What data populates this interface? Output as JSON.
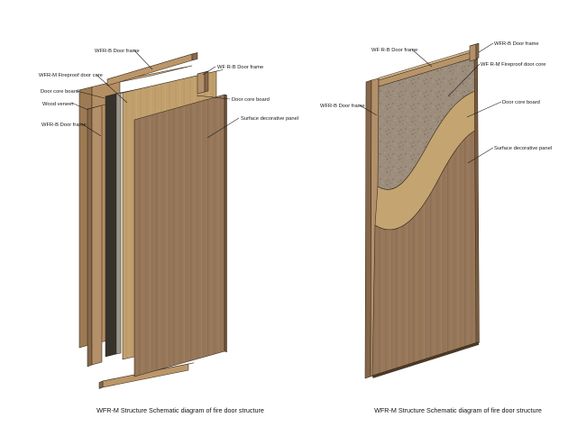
{
  "palette": {
    "background": "#ffffff",
    "wood_tan": "#b3906a",
    "wood_tan_light": "#d2b383",
    "wood_tan_dark": "#86674a",
    "core_board_tan": "#c4a471",
    "decorative_brown": "#97775a",
    "fireproof_core_dark": "#36332c",
    "fireproof_core_gray": "#9c978a",
    "fireproof_core_speckle": "#9c8d7c",
    "leader_line": "#1a1a1a",
    "text": "#111111"
  },
  "figures": [
    {
      "caption": "WFR-M Structure Schematic diagram of fire door structure",
      "labels": {
        "top_rail": "WFR-B Door frame",
        "fireproof_core": "WFR-M Fireproof door core",
        "core_board_back": "Door core board",
        "wood_veneer": "Wood veneer",
        "left_stile": "WFR-B Door frame",
        "right_post": "WF R-B Door frame",
        "core_board_front": "Door core board",
        "decorative_panel": "Surface decorative panel"
      }
    },
    {
      "caption": "WFR-M Structure Schematic diagram of fire door structure",
      "labels": {
        "top_rail": "WF R-B Door frame",
        "corner_frame": "WFR-B Door frame",
        "fireproof_core": "WF R-M Fireproof door core",
        "core_board": "Door core board",
        "decorative_panel": "Surface decorative panel",
        "left_stile": "WFR-B Door frame"
      }
    }
  ]
}
